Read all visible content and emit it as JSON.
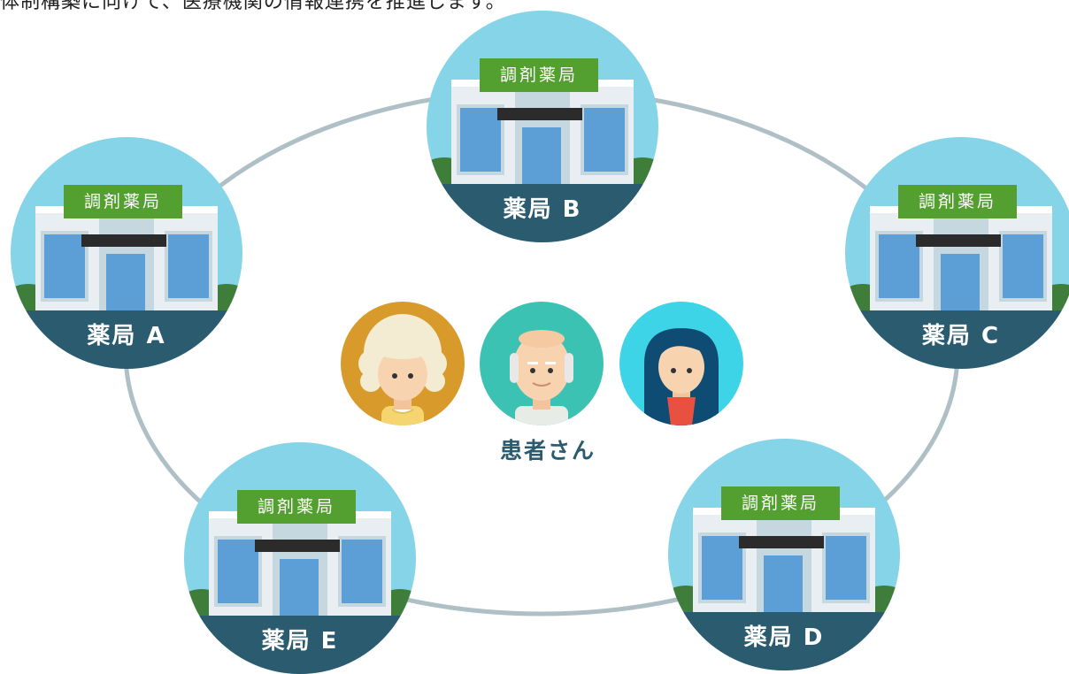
{
  "intro_text": "体制構築に向けて、医療機関の情報連携を推進します。",
  "pharmacies": [
    {
      "id": "A",
      "name": "薬局 A",
      "sign": "調剤薬局"
    },
    {
      "id": "B",
      "name": "薬局 B",
      "sign": "調剤薬局"
    },
    {
      "id": "C",
      "name": "薬局 C",
      "sign": "調剤薬局"
    },
    {
      "id": "D",
      "name": "薬局 D",
      "sign": "調剤薬局"
    },
    {
      "id": "E",
      "name": "薬局 E",
      "sign": "調剤薬局"
    }
  ],
  "patients_label": "患者さん",
  "patients": [
    {
      "icon": "elderly-woman-icon"
    },
    {
      "icon": "elderly-man-icon"
    },
    {
      "icon": "young-woman-icon"
    }
  ],
  "colors": {
    "ring": "#aebfc6",
    "sky": "#86d4e8",
    "label_band": "#2a5b6e",
    "sign_green": "#53a030",
    "window_blue": "#5b9fd6"
  }
}
